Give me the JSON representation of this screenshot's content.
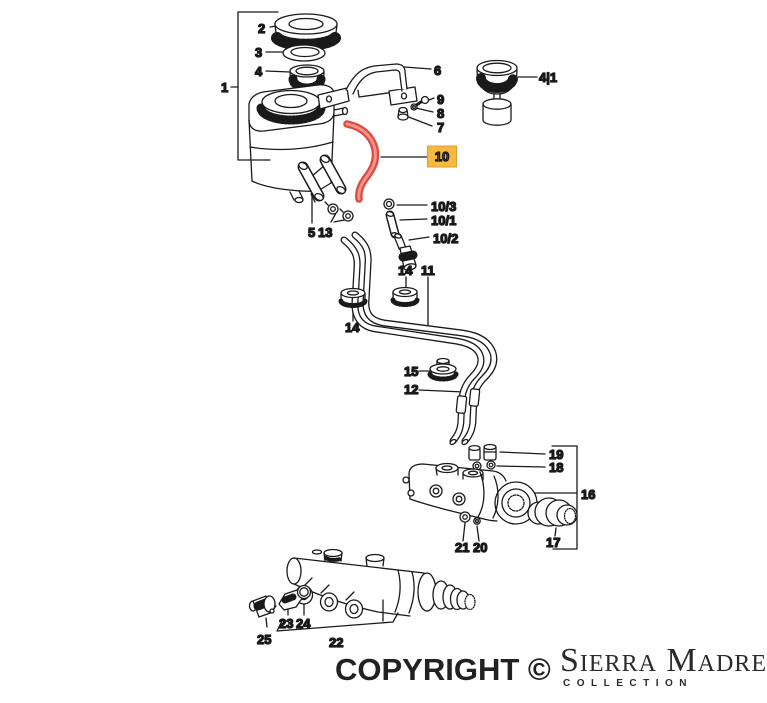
{
  "diagram": {
    "description": "Brake fluid reservoir and master cylinder exploded parts diagram",
    "highlighted_part": "10"
  },
  "labels": {
    "p1": "1",
    "p2": "2",
    "p3": "3",
    "p4": "4",
    "p4_1": "4|1",
    "p5": "5",
    "p6": "6",
    "p7": "7",
    "p8": "8",
    "p9": "9",
    "p10": "10",
    "p10_1": "10/1",
    "p10_2": "10/2",
    "p10_3": "10/3",
    "p11": "11",
    "p12": "12",
    "p13": "13",
    "p14": "14",
    "p15": "15",
    "p16": "16",
    "p17": "17",
    "p18": "18",
    "p19": "19",
    "p20": "20",
    "p21": "21",
    "p22": "22",
    "p23": "23",
    "p24": "24",
    "p25": "25"
  },
  "colors": {
    "line": "#1a1a1a",
    "hose_outer": "#dc4a42",
    "hose_inner": "#f2938c",
    "highlight_bg": "#f5b841",
    "highlight_border": "#dfa02b",
    "highlight_text": "#b35f00"
  },
  "footer": {
    "copyright": "COPYRIGHT ©",
    "brand_name": "Sierra Madre",
    "brand_sub": "COLLECTION"
  }
}
